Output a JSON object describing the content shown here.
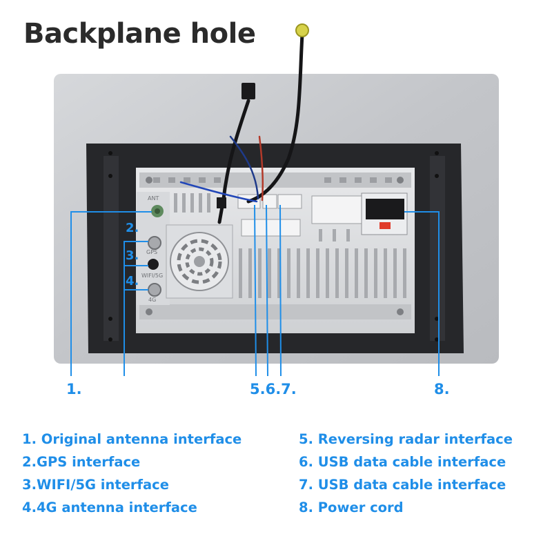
{
  "title": "Backplane hole",
  "panel_labels": {
    "ant": "ANT",
    "gps": "GPS",
    "wifi": "WIFI/5G",
    "g4": "4G"
  },
  "callouts": {
    "c1": "1.",
    "c2": "2.",
    "c3": "3.",
    "c4": "4.",
    "c567": "5.6.7.",
    "c8": "8."
  },
  "legend": {
    "left": [
      "1. Original antenna interface",
      "2.GPS interface",
      "3.WIFI/5G interface",
      "4.4G antenna interface"
    ],
    "right": [
      "5. Reversing radar interface",
      "6. USB data cable interface",
      "7. USB data cable interface",
      "8. Power cord"
    ]
  },
  "colors": {
    "accent": "#1f8ee8",
    "title": "#2b2b2b",
    "panel": "#c9cbce",
    "frame": "#2a2b2e"
  }
}
